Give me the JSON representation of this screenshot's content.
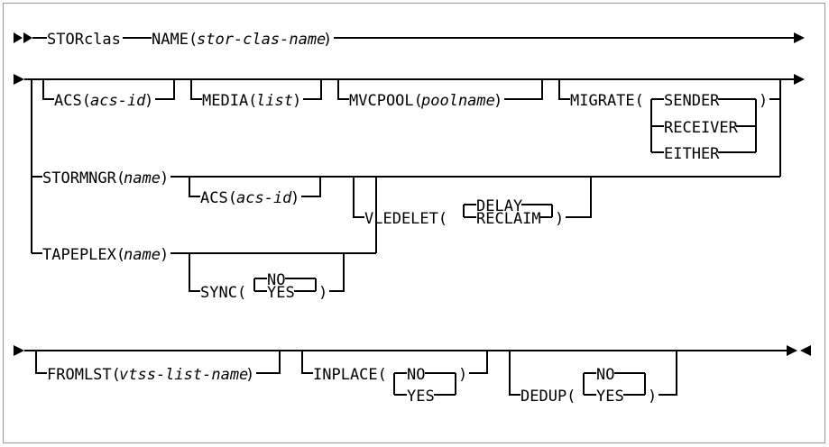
{
  "diagram": {
    "kind": "railroad-syntax-diagram",
    "command": "STORclas",
    "terminators": {
      "start": "►►",
      "end": "►◄"
    },
    "colors": {
      "ink": "#000000",
      "background": "#ffffff",
      "border": "#9a9a9a"
    },
    "rows": [
      {
        "id": "row-1",
        "start_marker": "►►",
        "items": [
          {
            "label": "STORclas",
            "style": "keyword"
          },
          {
            "label": "NAME(",
            "style": "keyword"
          },
          {
            "label": "stor-clas-name",
            "style": "variable"
          },
          {
            "label": ")",
            "style": "keyword"
          }
        ]
      },
      {
        "id": "row-2",
        "start_marker": "►",
        "optional_group": [
          {
            "label": "ACS(",
            "var": "acs-id",
            "close": ")"
          },
          {
            "label": "MEDIA(",
            "var": "list",
            "close": ")"
          },
          {
            "label": "MVCPOOL(",
            "var": "poolname",
            "close": ")"
          },
          {
            "label": "MIGRATE(",
            "choices": [
              "SENDER",
              "RECEIVER",
              "EITHER"
            ],
            "default": "SENDER",
            "close": ")"
          }
        ]
      },
      {
        "id": "row-3",
        "alternatives": [
          {
            "label": "STORMNGR(",
            "var": "name",
            "close": ")",
            "sub_options": [
              {
                "label": "ACS(",
                "var": "acs-id",
                "close": ")"
              },
              {
                "label": "VLEDELET(",
                "choices": [
                  "DELAY",
                  "RECLAIM"
                ],
                "default": "DELAY",
                "close": ")"
              }
            ]
          },
          {
            "label": "TAPEPLEX(",
            "var": "name",
            "close": ")",
            "sub_options": [
              {
                "label": "SYNC(",
                "choices": [
                  "NO",
                  "YES"
                ],
                "default": "NO",
                "close": ")"
              }
            ]
          }
        ]
      },
      {
        "id": "row-4",
        "start_marker": "►",
        "end_marker": "►◄",
        "optional_group": [
          {
            "label": "FROMLST(",
            "var": "vtss-list-name",
            "close": ")"
          },
          {
            "label": "INPLACE(",
            "choices": [
              "NO",
              "YES"
            ],
            "default": "NO",
            "close": ")"
          },
          {
            "label": "DEDUP(",
            "choices": [
              "NO",
              "YES"
            ],
            "default": "NO",
            "close": ")"
          }
        ]
      }
    ],
    "labels": {
      "storclas": "STORclas",
      "name_open": "NAME(",
      "stor_clas_name": "stor-clas-name",
      "paren_close": ")",
      "acs_open": "ACS(",
      "acs_id": "acs-id",
      "media_open": "MEDIA(",
      "list": "list",
      "mvcpool_open": "MVCPOOL(",
      "poolname": "poolname",
      "migrate_open": "MIGRATE(",
      "sender": "SENDER",
      "receiver": "RECEIVER",
      "either": "EITHER",
      "stormngr_open": "STORMNGR(",
      "name_var": "name",
      "vledelet_open": "VLEDELET(",
      "delay": "DELAY",
      "reclaim": "RECLAIM",
      "tapeplex_open": "TAPEPLEX(",
      "sync_open": "SYNC(",
      "no": "NO",
      "yes": "YES",
      "fromlst_open": "FROMLST(",
      "vtss_list_name": "vtss-list-name",
      "inplace_open": "INPLACE(",
      "dedup_open": "DEDUP(",
      "no2": "NO",
      "yes2": "YES",
      "no3": "NO",
      "yes3": "YES",
      "no4": "NO",
      "yes4": "YES"
    }
  }
}
